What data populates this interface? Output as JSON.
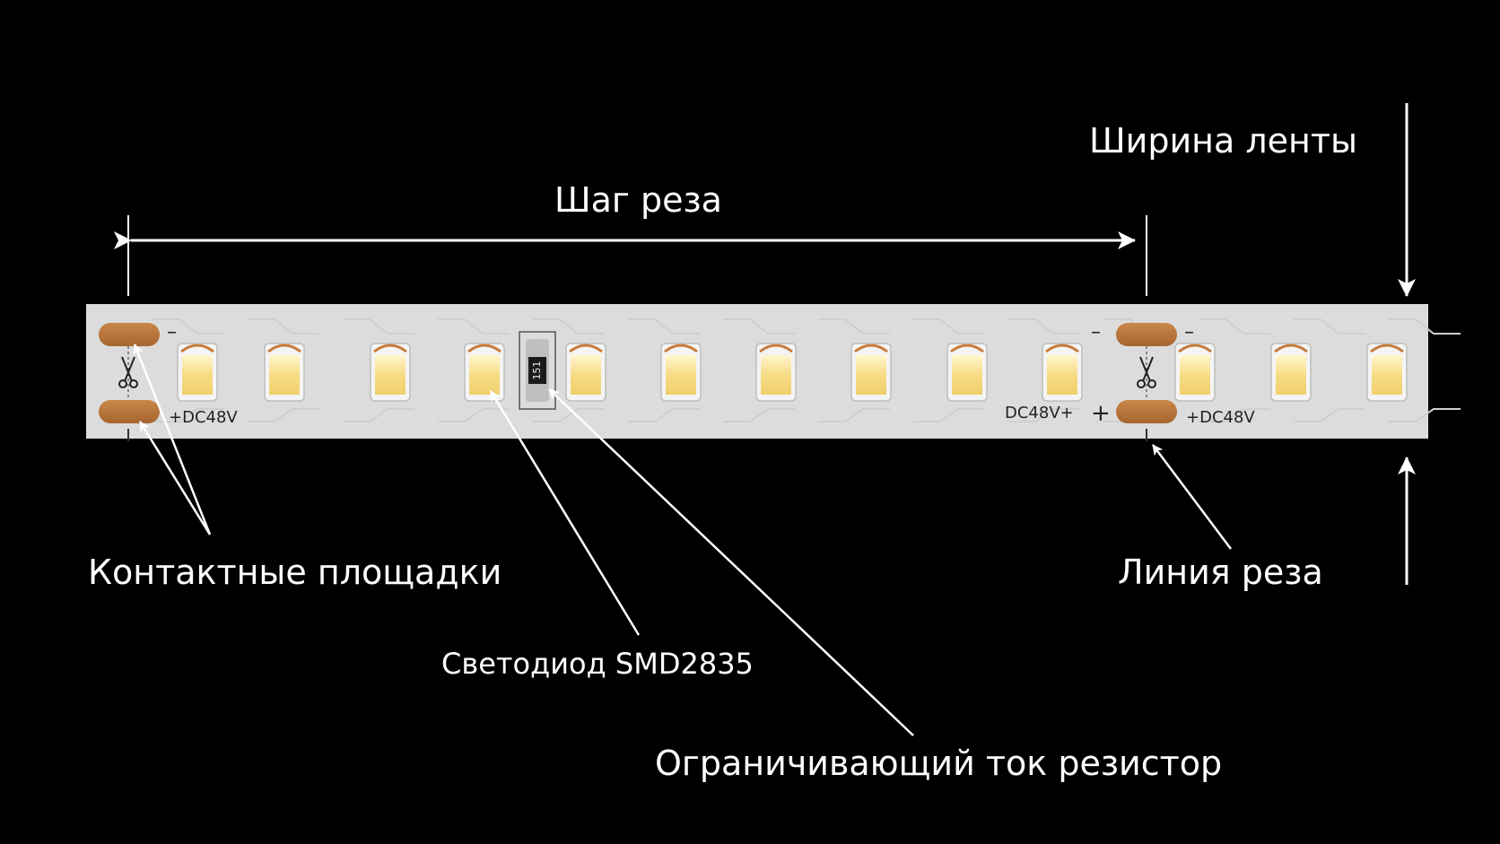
{
  "labels": {
    "cut_step": "Шаг реза",
    "tape_width": "Ширина ленты",
    "contact_pads": "Контактные площадки",
    "cut_line": "Линия реза",
    "led": "Светодиод SMD2835",
    "resistor": "Ограничивающий ток резистор"
  },
  "strip": {
    "plus_label": "+DC48V",
    "plus_label_right": "DC48V+",
    "minus_sign": "–",
    "plus_sign": "+",
    "resistor_code": "151"
  },
  "colors": {
    "background": "#000000",
    "strip": "#dedede",
    "pad": "#b8753e",
    "led": "#f6d984",
    "arrow": "#ffffff"
  }
}
